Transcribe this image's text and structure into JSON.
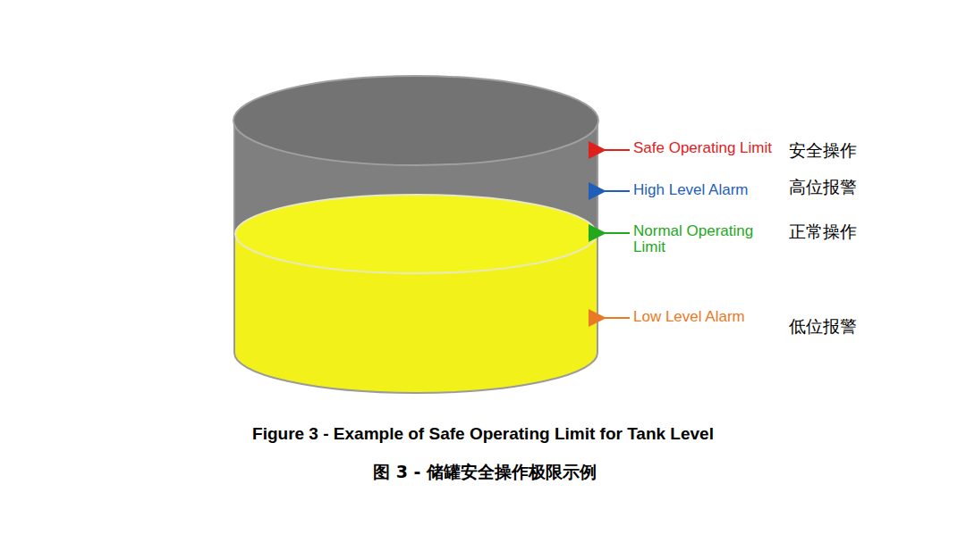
{
  "diagram": {
    "caption": "Figure 3 - Example of Safe Operating Limit for Tank Level",
    "labels": [
      "Safe Operating Limit",
      "安全操作",
      "High Level Alarm",
      "高位报警",
      "Normal Operating Limit",
      "正常操作",
      "Low Level Alarm",
      "低位报警",
      "图 3 - 储罐安全操作极限示例"
    ]
  }
}
